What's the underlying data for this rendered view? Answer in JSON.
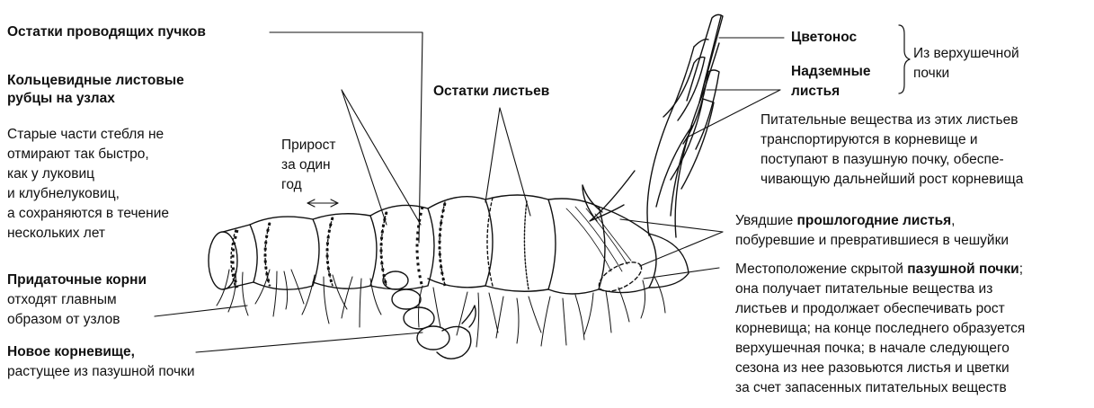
{
  "labels": {
    "vascular_remains": "Остатки проводящих пучков",
    "ring_scars_1": "Кольцевидные листовые",
    "ring_scars_2": "рубцы на узлах",
    "old_parts_1": "Старые части стебля не",
    "old_parts_2": "отмирают так быстро,",
    "old_parts_3": "как у луковиц",
    "old_parts_4": "и клубнелуковиц,",
    "old_parts_5": "а сохраняются в течение",
    "old_parts_6": "нескольких лет",
    "growth_1": "Прирост",
    "growth_2": "за один",
    "growth_3": "год",
    "leaf_remains": "Остатки листьев",
    "adventitious_roots_bold": "Придаточные корни",
    "adventitious_roots_2": "отходят главным",
    "adventitious_roots_3": "образом от узлов",
    "new_rhizome_bold": "Новое корневище,",
    "new_rhizome_2": "растущее из пазушной почки",
    "flower_stalk": "Цветонос",
    "aerial_leaves_1": "Надземные",
    "aerial_leaves_2": "листья",
    "from_apical_1": "Из верхушечной",
    "from_apical_2": "почки",
    "nutrients_1": "Питательные вещества из этих листьев",
    "nutrients_2": "транспортируются в корневище и",
    "nutrients_3": "поступают в пазушную почку, обеспе-",
    "nutrients_4": "чивающую дальнейший рост корневища",
    "withered_1_pre": "Увядшие ",
    "withered_1_bold": "прошлогодние листья",
    "withered_1_post": ",",
    "withered_2": "побуревшие и превратившиеся в чешуйки",
    "axillary_1_pre": "Местоположение скрытой ",
    "axillary_1_bold": "пазушной почки",
    "axillary_1_post": ";",
    "axillary_2": "она получает питательные вещества из",
    "axillary_3": "листьев и продолжает обеспечивать рост",
    "axillary_4": "корневища; на конце последнего образуется",
    "axillary_5": "верхушечная почка; в начале следующего",
    "axillary_6": "сезона из нее разовьются листья и цветки",
    "axillary_7": "за счет запасенных питательных веществ"
  },
  "colors": {
    "ink": "#111111",
    "background": "#ffffff"
  }
}
